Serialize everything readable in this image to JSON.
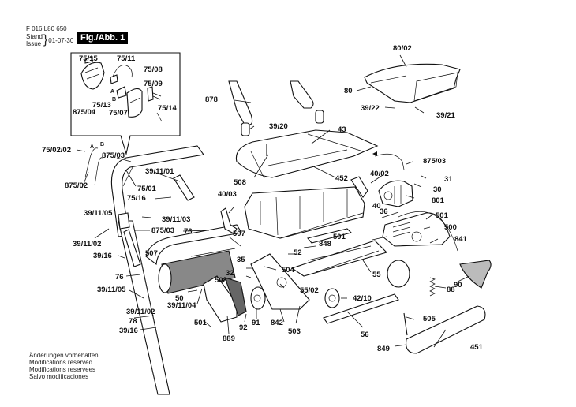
{
  "header": {
    "doc_number": "F 016 L80 650",
    "stand_label": "Stand",
    "issue_label": "Issue",
    "date": "01-07-30",
    "figure_label": "Fig./Abb. 1"
  },
  "footer": {
    "lines": [
      "Änderungen vorbehalten",
      "Modifications reserved",
      "Modifications reservees",
      "Salvo modificaciones"
    ]
  },
  "callouts": {
    "inset": [
      "75/15",
      "75/11",
      "75/08",
      "75/09",
      "75/13",
      "75/07",
      "875/04",
      "75/14",
      "A",
      "B"
    ],
    "c_75_02_02": "75/02/02",
    "c_A": "A",
    "c_B": "B",
    "c_875_03_a": "875/03",
    "c_875_02": "875/02",
    "c_39_11_01": "39/11/01",
    "c_75_01": "75/01",
    "c_75_16": "75/16",
    "c_39_11_05_a": "39/11/05",
    "c_39_11_03": "39/11/03",
    "c_875_03_b": "875/03",
    "c_39_11_02_a": "39/11/02",
    "c_76_a": "76",
    "c_40_03": "40/03",
    "c_507_a": "507",
    "c_507_b": "507",
    "c_39_16_a": "39/16",
    "c_35": "35",
    "c_76_b": "76",
    "c_32": "32",
    "c_508_a": "508",
    "c_39_11_05_b": "39/11/05",
    "c_50": "50",
    "c_39_11_04": "39/11/04",
    "c_39_11_02_b": "39/11/02",
    "c_78": "78",
    "c_501_a": "501",
    "c_39_16_b": "39/16",
    "c_889": "889",
    "c_92": "92",
    "c_91": "91",
    "c_842": "842",
    "c_503": "503",
    "c_504": "504",
    "c_55_02": "55/02",
    "c_42_10": "42/10",
    "c_56": "56",
    "c_505": "505",
    "c_849": "849",
    "c_451": "451",
    "c_878": "878",
    "c_39_20": "39/20",
    "c_43": "43",
    "c_508_b": "508",
    "c_452": "452",
    "c_80_02": "80/02",
    "c_80": "80",
    "c_39_22": "39/22",
    "c_39_21": "39/21",
    "c_875_03_c": "875/03",
    "c_40_02": "40/02",
    "c_31": "31",
    "c_30": "30",
    "c_801": "801",
    "c_40": "40",
    "c_36": "36",
    "c_501_b": "501",
    "c_500": "500",
    "c_841": "841",
    "c_501_c": "501",
    "c_848": "848",
    "c_52": "52",
    "c_55": "55",
    "c_88": "88",
    "c_90": "90"
  }
}
